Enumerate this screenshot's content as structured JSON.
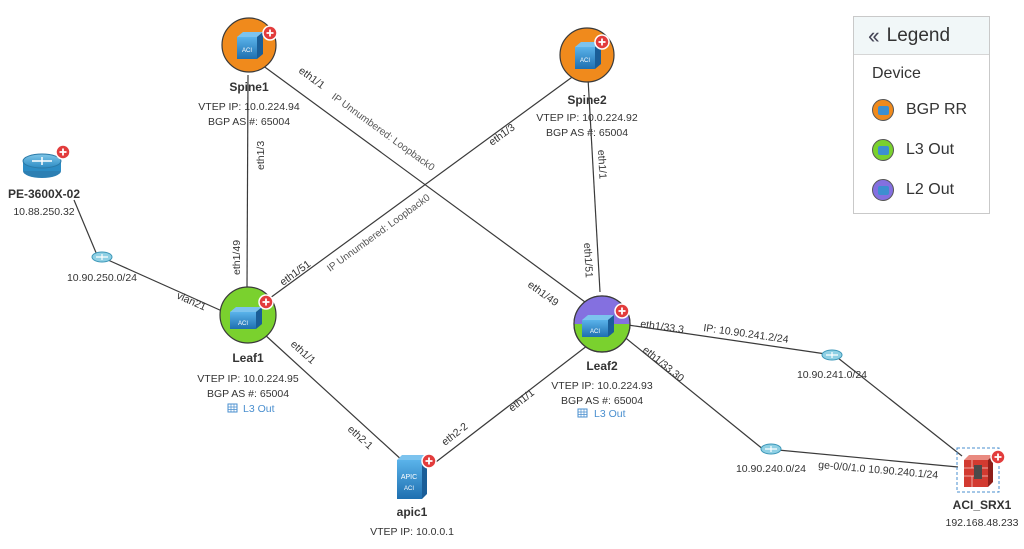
{
  "nodes": {
    "spine1": {
      "name": "Spine1",
      "line1": "VTEP IP: 10.0.224.94",
      "line2": "BGP AS #: 65004"
    },
    "spine2": {
      "name": "Spine2",
      "line1": "VTEP IP: 10.0.224.92",
      "line2": "BGP AS #: 65004"
    },
    "leaf1": {
      "name": "Leaf1",
      "line1": "VTEP IP: 10.0.224.95",
      "line2": "BGP AS #: 65004",
      "tag": "L3 Out"
    },
    "leaf2": {
      "name": "Leaf2",
      "line1": "VTEP IP: 10.0.224.93",
      "line2": "BGP AS #: 65004",
      "tag": "L3 Out"
    },
    "pe": {
      "name": "PE-3600X-02",
      "line1": "10.88.250.32"
    },
    "apic": {
      "name": "apic1",
      "line1": "VTEP IP: 10.0.0.1",
      "icon_text1": "APIC",
      "icon_text2": "ACI"
    },
    "srx": {
      "name": "ACI_SRX1",
      "line1": "192.168.48.233"
    },
    "aci_badge": "ACI"
  },
  "subnets": {
    "s1": "10.90.250.0/24",
    "s2": "10.90.241.0/24",
    "s3": "10.90.240.0/24"
  },
  "links": {
    "spine1_leaf1_a": "eth1/3",
    "spine1_leaf1_b": "eth1/49",
    "spine1_leaf2_a": "eth1/1",
    "spine1_leaf2_mid": "IP Unnumbered: Loopback0",
    "spine1_leaf2_b": "eth1/49",
    "spine2_leaf1_a": "eth1/3",
    "spine2_leaf1_mid": "IP Unnumbered: Loopback0",
    "spine2_leaf1_b": "eth1/51",
    "spine2_leaf2_a": "eth1/1",
    "spine2_leaf2_b": "eth1/51",
    "leaf1_vlan": "vlan21",
    "leaf1_apic_a": "eth1/1",
    "leaf1_apic_b": "eth2-1",
    "leaf2_apic_a": "eth1/1",
    "leaf2_apic_b": "eth2-2",
    "leaf2_s2_a": "eth1/33.3",
    "leaf2_s2_ip": "IP: 10.90.241.2/24",
    "leaf2_s3_a": "eth1/33.30",
    "srx_s3": "ge-0/0/1.0 10.90.240.1/24"
  },
  "legend": {
    "title": "Legend",
    "section": "Device",
    "items": [
      {
        "label": "BGP RR",
        "color": "#f08a1c"
      },
      {
        "label": "L3 Out",
        "color": "#7ad12e"
      },
      {
        "label": "L2 Out",
        "color": "#8470e0"
      }
    ]
  }
}
